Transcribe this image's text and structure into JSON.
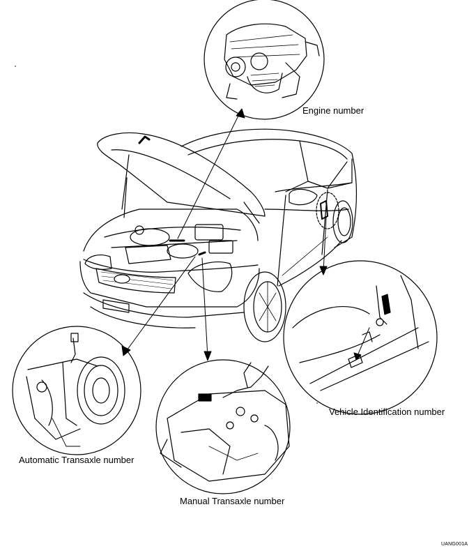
{
  "labels": {
    "engine_number": "Engine number",
    "vehicle_identification_number": "Vehicle Identification number",
    "automatic_transaxle_number": "Automatic Transaxle number",
    "manual_transaxle_number": "Manual Transaxle number"
  },
  "figure_code": "UANG001A"
}
